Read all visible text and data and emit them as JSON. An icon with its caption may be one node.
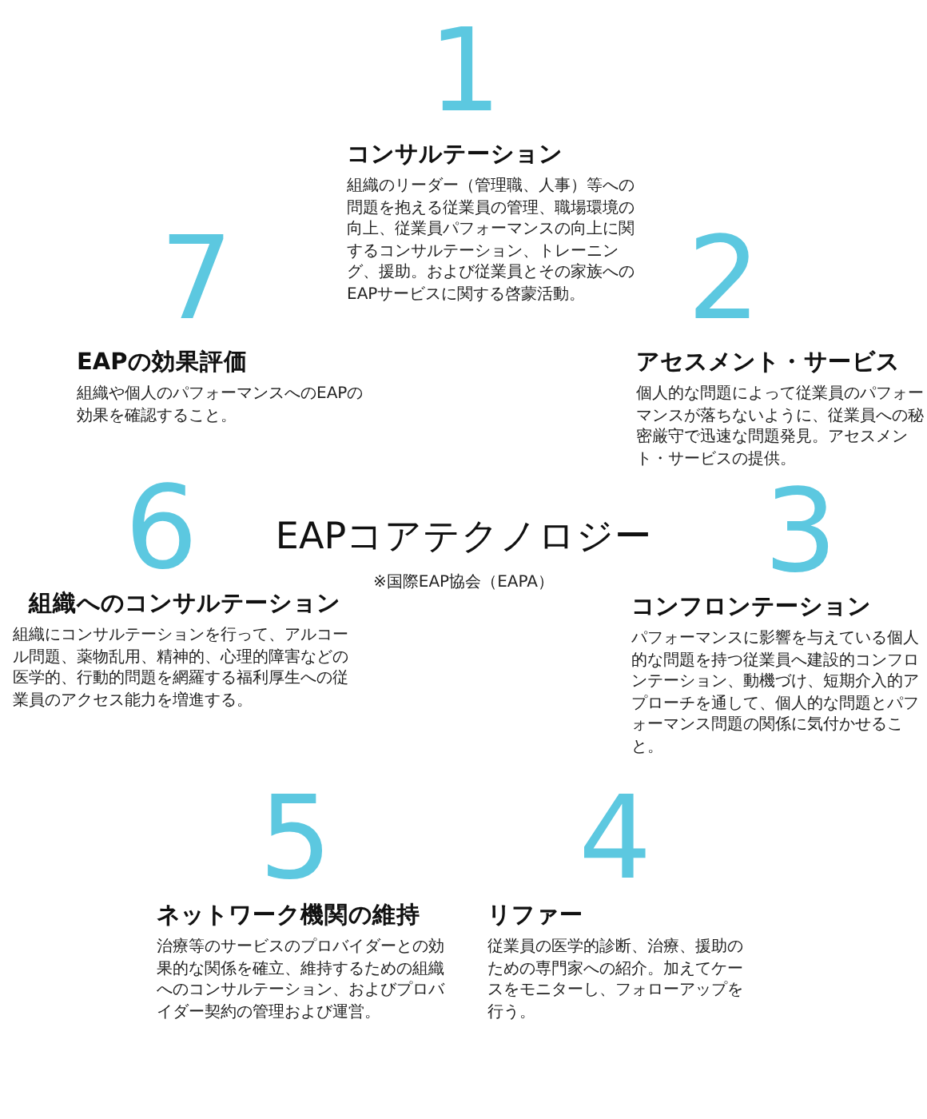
{
  "diagram": {
    "title": "EAPコアテクノロジー",
    "labels": [
      "※国際EAP協会（EAPA）",
      "1",
      "コンサルテーション",
      "組織のリーダー（管理職、人事）等への問題を抱える従業員の管理、職場環境の向上、従業員パフォーマンスの向上に関するコンサルテーション、トレーニング、援助。および従業員とその家族へのEAPサービスに関する啓蒙活動。",
      "2",
      "アセスメント・サービス",
      "個人的な問題によって従業員のパフォーマンスが落ちないように、従業員への秘密厳守で迅速な問題発見。アセスメント・サービスの提供。",
      "3",
      "コンフロンテーション",
      "パフォーマンスに影響を与えている個人的な問題を持つ従業員へ建設的コンフロンテーション、動機づけ、短期介入的アプローチを通して、個人的な問題とパフォーマンス問題の関係に気付かせること。",
      "4",
      "リファー",
      "従業員の医学的診断、治療、援助のための専門家への紹介。加えてケースをモニターし、フォローアップを行う。",
      "5",
      "ネットワーク機関の維持",
      "治療等のサービスのプロバイダーとの効果的な関係を確立、維持するための組織へのコンサルテーション、およびプロバイダー契約の管理および運営。",
      "6",
      "組織へのコンサルテーション",
      "組織にコンサルテーションを行って、アルコール問題、薬物乱用、精神的、心理的障害などの医学的、行動的問題を網羅する福利厚生への従業員のアクセス能力を増進する。",
      "7",
      "EAPの効果評価",
      "組織や個人のパフォーマンスへのEAPの効果を確認すること。"
    ]
  }
}
